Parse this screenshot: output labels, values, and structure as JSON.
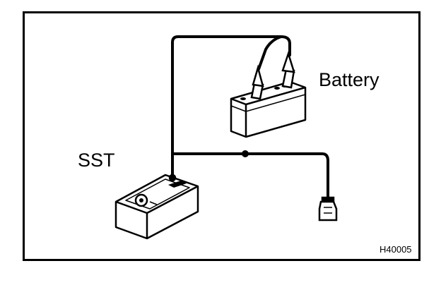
{
  "labels": {
    "battery": "Battery",
    "sst": "SST",
    "figure_code": "H40005"
  },
  "colors": {
    "line": "#000000",
    "background": "#ffffff"
  }
}
